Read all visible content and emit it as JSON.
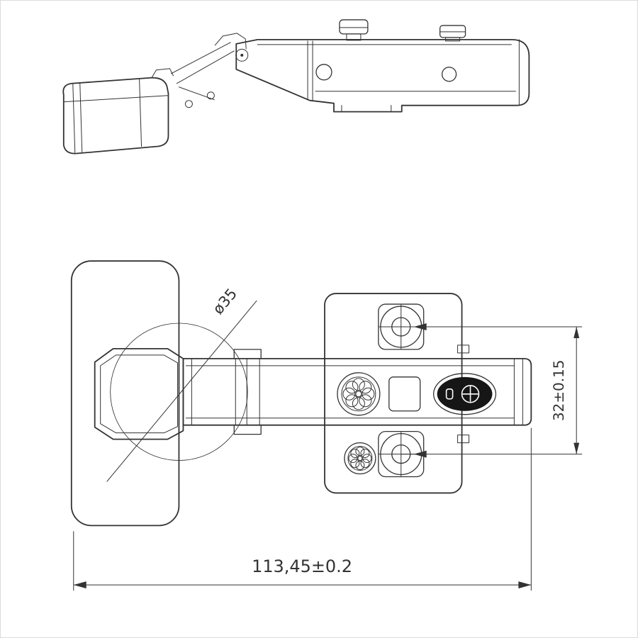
{
  "colors": {
    "line": "#333333",
    "cam_fill": "#161616",
    "background": "#ffffff",
    "border": "#dcdcdc"
  },
  "drawing": {
    "dimension_labels": {
      "cup_diameter": "ø35",
      "screw_spacing": "32±0.15",
      "overall_length": "113,45±0.2"
    }
  }
}
